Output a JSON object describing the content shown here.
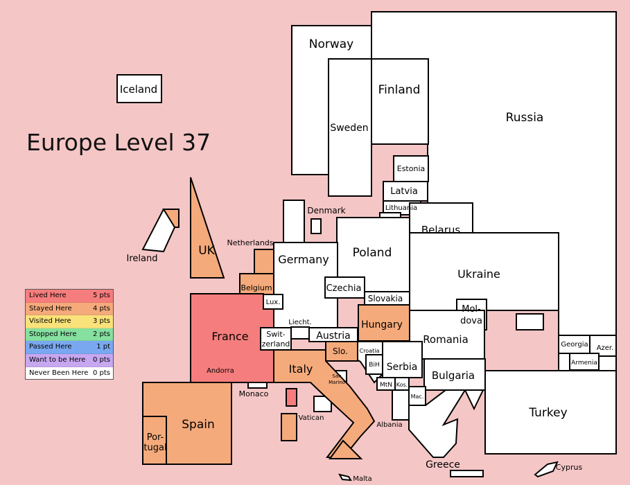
{
  "map": {
    "title": "Europe Level 37",
    "colors": {
      "sea": "#f5c6c6",
      "lived": "#f67d7d",
      "stayed": "#f5aa7b",
      "never": "#ffffff",
      "visited": "#f9e27a",
      "stopped": "#86e0a0",
      "passed": "#7aa8f0",
      "want": "#c7a7f0"
    },
    "countries": {
      "iceland": "Iceland",
      "norway": "Norway",
      "finland": "Finland",
      "sweden": "Sweden",
      "russia": "Russia",
      "estonia": "Estonia",
      "latvia": "Latvia",
      "lithuania": "Lithuania",
      "denmark": "Denmark",
      "belarus": "Belarus",
      "poland": "Poland",
      "ireland": "Ireland",
      "uk": "UK",
      "netherlands": "Netherlands",
      "germany": "Germany",
      "belgium": "Belgium",
      "czechia": "Czechia",
      "ukraine": "Ukraine",
      "lux": "Lux.",
      "slovakia": "Slovakia",
      "moldova_1": "Mol-",
      "moldova_2": "dova",
      "france": "France",
      "hungary": "Hungary",
      "liecht": "Liecht.",
      "switzerland_1": "Swit-",
      "switzerland_2": "zerland",
      "austria": "Austria",
      "romania": "Romania",
      "georgia": "Georgia",
      "azer": "Azer.",
      "slovenia": "Slo.",
      "croatia": "Croatia",
      "armenia": "Armenia",
      "italy": "Italy",
      "serbia": "Serbia",
      "bih": "BiH",
      "andorra": "Andorra",
      "bulgaria": "Bulgaria",
      "san_marino_1": "San",
      "san_marino_2": "Marino",
      "mtn": "MtN",
      "kos": "Kos.",
      "monaco": "Monaco",
      "mac": "Mac.",
      "spain": "Spain",
      "turkey": "Turkey",
      "vatican": "Vatican",
      "albania": "Albania",
      "portugal_1": "Por-",
      "portugal_2": "tugal",
      "greece": "Greece",
      "cyprus": "Cyprus",
      "malta": "Malta"
    }
  },
  "legend": [
    {
      "label": "Lived Here",
      "points": "5 pts",
      "color": "#f67d7d"
    },
    {
      "label": "Stayed Here",
      "points": "4 pts",
      "color": "#f5aa7b"
    },
    {
      "label": "Visited Here",
      "points": "3 pts",
      "color": "#f9e27a"
    },
    {
      "label": "Stopped Here",
      "points": "2 pts",
      "color": "#86e0a0"
    },
    {
      "label": "Passed Here",
      "points": "1 pt",
      "color": "#7aa8f0"
    },
    {
      "label": "Want to be Here",
      "points": "0 pts",
      "color": "#c7a7f0"
    },
    {
      "label": "Never Been Here",
      "points": "0 pts",
      "color": "#ffffff"
    }
  ]
}
